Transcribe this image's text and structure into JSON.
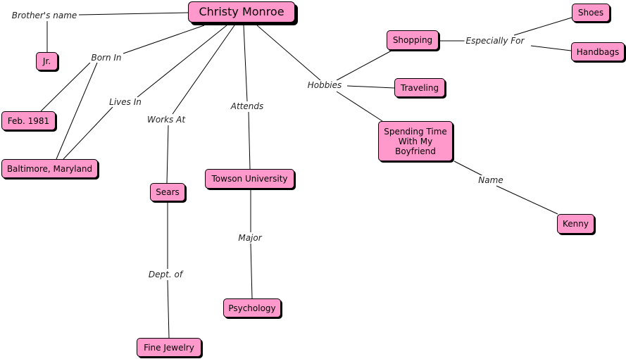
{
  "nodes": {
    "root": "Christy Monroe",
    "jr": "Jr.",
    "feb": "Feb. 1981",
    "baltimore": "Baltimore, Maryland",
    "sears": "Sears",
    "jewelry": "Fine Jewelry",
    "towson": "Towson University",
    "psych": "Psychology",
    "shopping": "Shopping",
    "shoes": "Shoes",
    "handbags": "Handbags",
    "traveling": "Traveling",
    "boyfriend": "Spending Time With My Boyfriend",
    "kenny": "Kenny"
  },
  "links": {
    "brother": "Brother's name",
    "born": "Born In",
    "lives": "Lives In",
    "works": "Works At",
    "dept": "Dept. of",
    "attends": "Attends",
    "major": "Major",
    "hobbies": "Hobbies",
    "especially": "Especially For",
    "name": "Name"
  },
  "colors": {
    "node_fill": "#ff99cc",
    "outline": "#000000"
  }
}
